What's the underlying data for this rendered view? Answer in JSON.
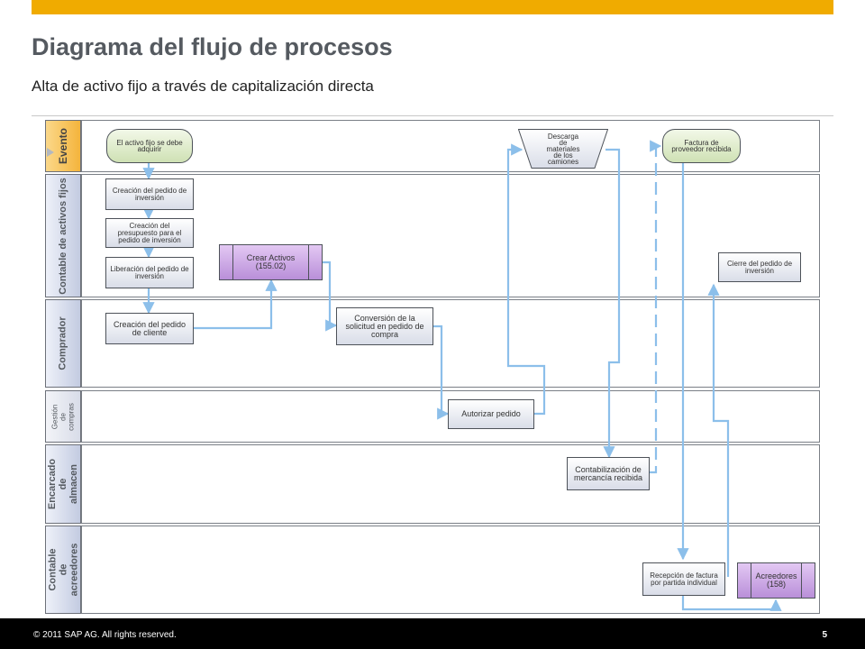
{
  "header": {
    "title": "Diagrama del flujo de procesos",
    "subtitle": "Alta de activo fijo a través de capitalización directa"
  },
  "lanes": {
    "evento": "Evento",
    "contable_activos": "Contable de activos fijos",
    "comprador": "Comprador",
    "gestion_compras": "Gestión de compras",
    "encargado_almacen": "Encarcado de almacen",
    "contable_acreedores": "Contable de acreedores"
  },
  "nodes": {
    "event_need": "El activo fijo se debe adquirir",
    "create_investment_order": "Creación del pedido de inversión",
    "create_budget": "Creación del presupuesto para el pedido de inversión",
    "release_order": "Liberación del pedido de inversión",
    "create_client_order": "Creación del pedido de cliente",
    "create_assets": "Crear Activos (155.02)",
    "convert_request": "Conversión de la solicitud en pedido de compra",
    "authorize_order": "Autorizar pedido",
    "unload_materials": "Descarga de materiales de los camiones",
    "post_goods_receipt": "Contabilización de mercancía recibida",
    "event_invoice": "Factura de proveedor recibida",
    "close_order": "Cierre del pedido de inversión",
    "invoice_receipt": "Recepción de factura por partida individual",
    "creditors": "Acreedores (158)"
  },
  "footer": {
    "copyright": "© 2011 SAP AG. All rights reserved.",
    "page": "5"
  }
}
